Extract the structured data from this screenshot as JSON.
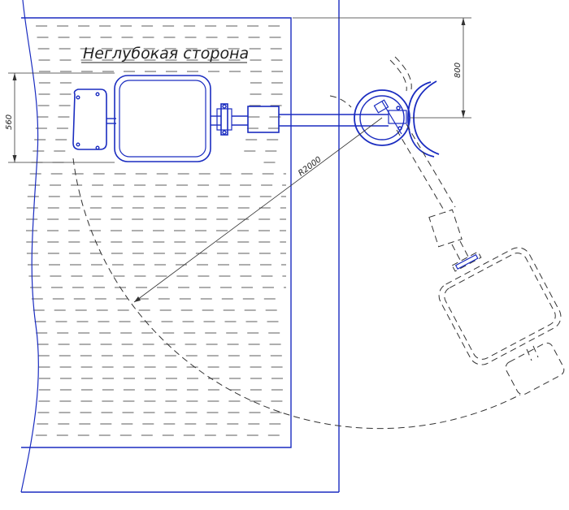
{
  "title": "Неглубокая сторона",
  "dimensions": {
    "top_offset": "800",
    "seat_width": "560",
    "radius": "R2000"
  },
  "colors": {
    "outline": "#1a2cc0",
    "dimension": "#333333"
  }
}
